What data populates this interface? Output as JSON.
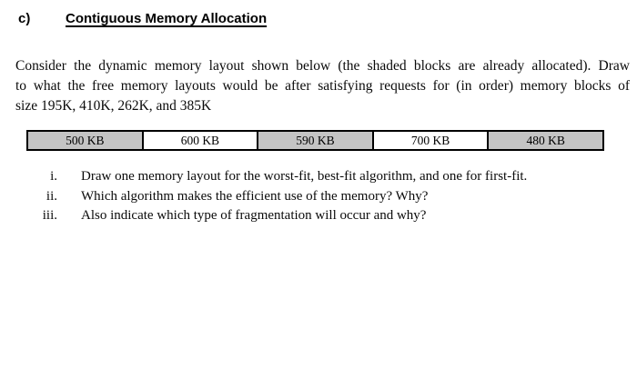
{
  "heading": {
    "label": "c)",
    "title": "Contiguous Memory Allocation"
  },
  "paragraph": {
    "lines": [
      "Consider the dynamic memory layout shown below (the shaded blocks are already allocated). Draw",
      "to what the free memory layouts would be after satisfying requests for (in order) memory blocks of",
      "size 195K, 410K, 262K, and 385K"
    ]
  },
  "memory_table": {
    "shade_color": "#c4c4c4",
    "border_color": "#000000",
    "cells": [
      {
        "label": "500 KB",
        "shaded": true
      },
      {
        "label": "600 KB",
        "shaded": false
      },
      {
        "label": "590 KB",
        "shaded": true
      },
      {
        "label": "700 KB",
        "shaded": false
      },
      {
        "label": "480 KB",
        "shaded": true
      }
    ]
  },
  "questions": [
    {
      "numeral": "i.",
      "text": "Draw one memory layout for the worst-fit, best-fit algorithm, and one for first-fit."
    },
    {
      "numeral": "ii.",
      "text": "Which algorithm makes the efficient use of the memory? Why?"
    },
    {
      "numeral": "iii.",
      "text": "Also indicate which type of fragmentation will occur and why?"
    }
  ]
}
